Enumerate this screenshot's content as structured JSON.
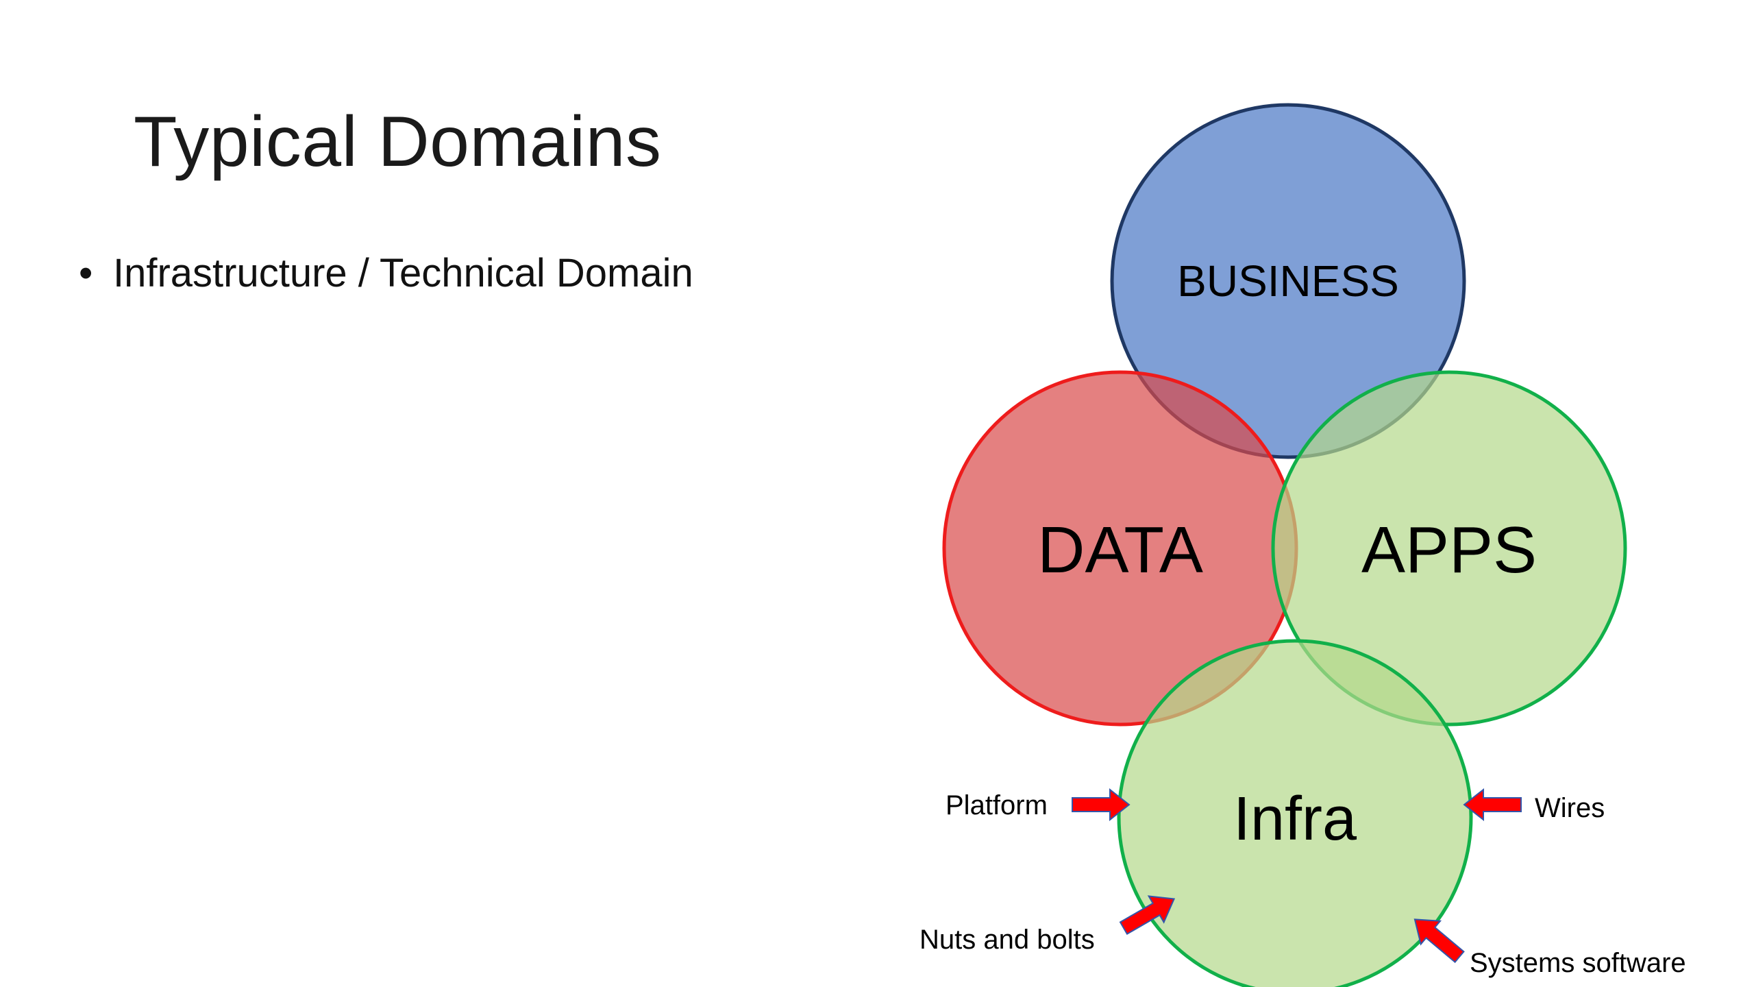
{
  "slide": {
    "title": "Typical Domains",
    "bullets": [
      "Infrastructure / Technical Domain"
    ]
  },
  "diagram": {
    "circles": {
      "business": {
        "label": "BUSINESS",
        "fill": "#7f9fd6",
        "stroke": "#1f3864"
      },
      "data": {
        "label": "DATA",
        "fill": "#e08080",
        "stroke": "#ee1c1c"
      },
      "apps": {
        "label": "APPS",
        "fill": "#c5e3a1",
        "stroke": "#11b04a"
      },
      "infra": {
        "label": "Infra",
        "fill": "#c5e3a1",
        "stroke": "#11b04a"
      }
    },
    "annotations": {
      "platform": "Platform",
      "wires": "Wires",
      "nuts_and_bolts": "Nuts and bolts",
      "systems_software": "Systems software"
    },
    "arrow_color": "#ff0000",
    "arrow_outline": "#3355aa"
  }
}
